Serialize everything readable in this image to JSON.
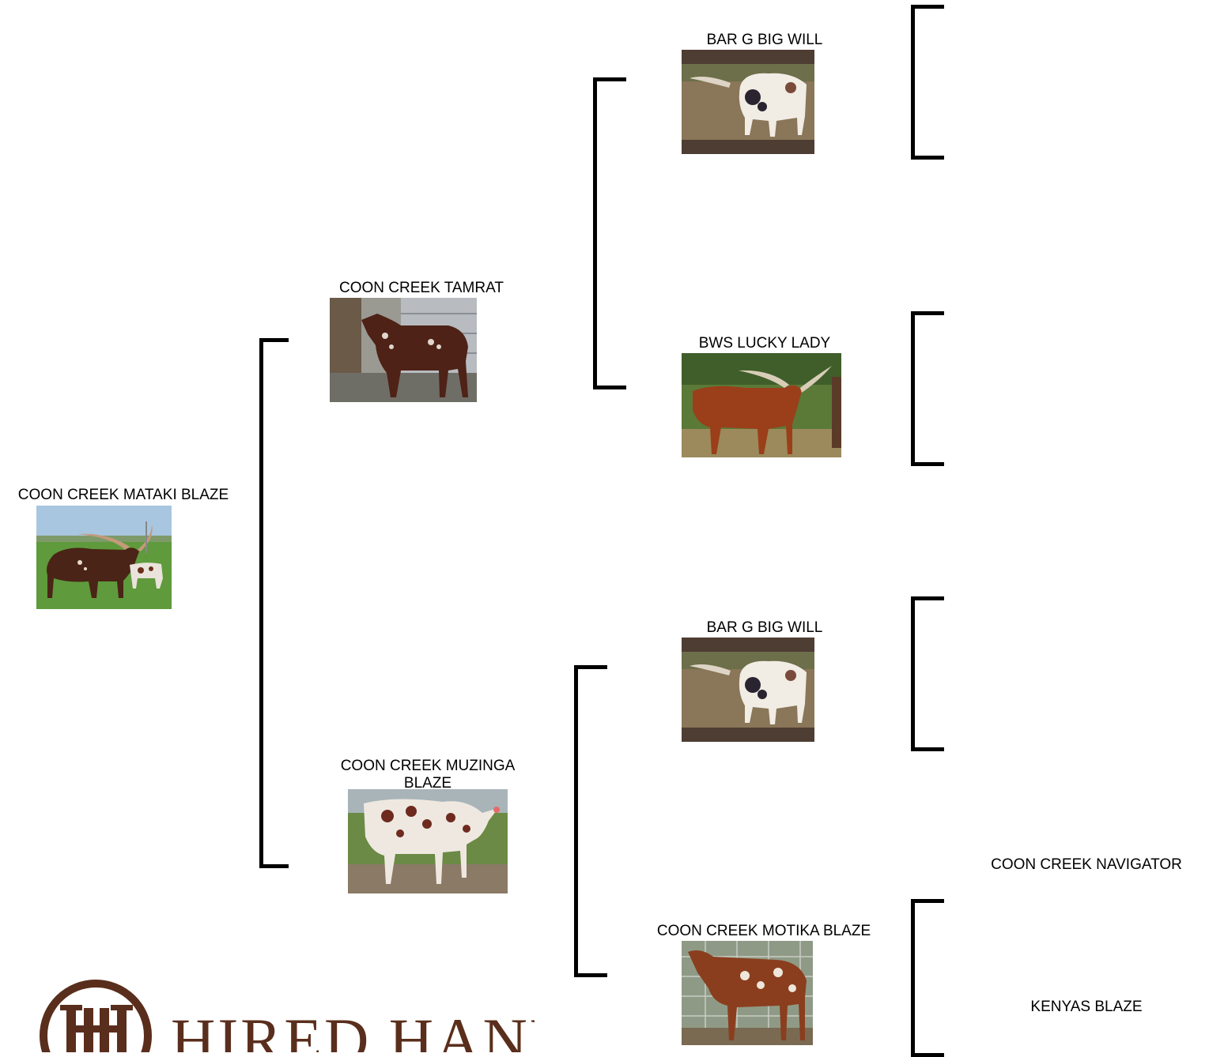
{
  "pedigree": {
    "subject": {
      "name": "COON CREEK MATAKI BLAZE",
      "photo": "cow-with-calf-in-pasture-photo"
    },
    "sire": {
      "name": "COON CREEK TAMRAT",
      "photo": "spotted-bull-in-pen-photo"
    },
    "dam": {
      "name": "COON CREEK MUZINGA BLAZE",
      "photo": "red-white-spotted-bull-photo"
    },
    "sire_sire": {
      "name": "BAR G BIG WILL",
      "photo": "spotted-longhorn-bull-photo"
    },
    "sire_dam": {
      "name": "BWS LUCKY LADY",
      "photo": "red-cow-in-field-photo"
    },
    "dam_sire": {
      "name": "BAR G BIG WILL",
      "photo": "spotted-longhorn-bull-photo"
    },
    "dam_dam": {
      "name": "COON CREEK MOTIKA BLAZE",
      "photo": "spotted-calf-in-pen-photo"
    },
    "dam_dam_sire": {
      "name": "COON CREEK NAVIGATOR"
    },
    "dam_dam_dam": {
      "name": "KENYAS BLAZE"
    }
  },
  "logo": {
    "text": "HIRED HAND",
    "monogram": "HH",
    "color": "#5a2e1c"
  },
  "colors": {
    "bracket": "#000000",
    "photo_frame": "#4e3d33"
  }
}
